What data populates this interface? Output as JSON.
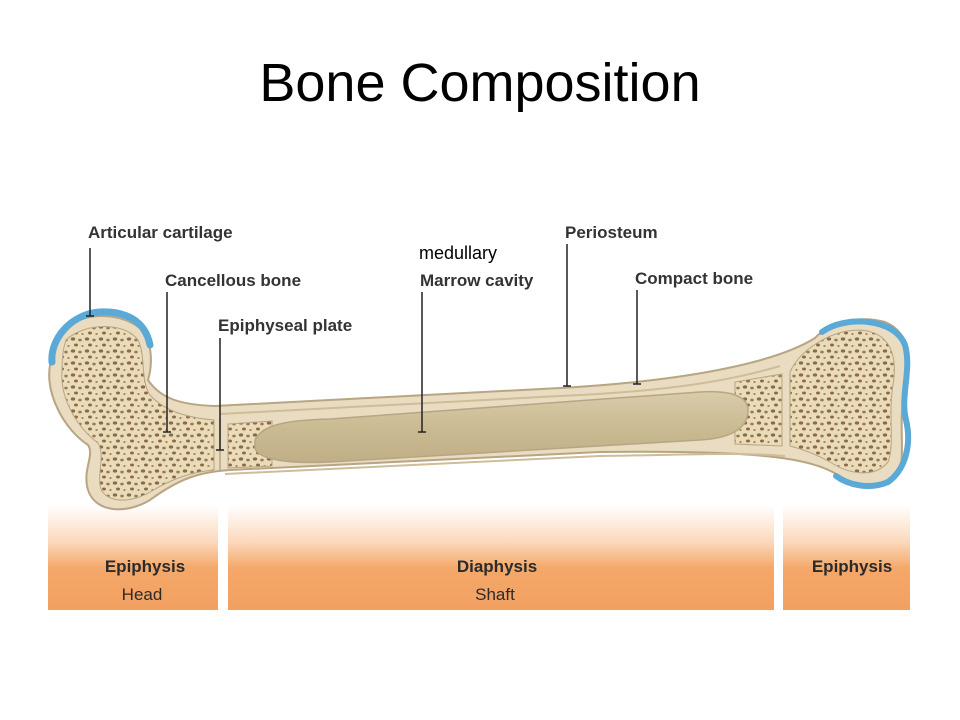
{
  "title": "Bone Composition",
  "labels": {
    "articular_cartilage": "Articular cartilage",
    "cancellous_bone": "Cancellous bone",
    "epiphyseal_plate": "Epiphyseal plate",
    "medullary": "medullary",
    "marrow_cavity": "Marrow cavity",
    "periosteum": "Periosteum",
    "compact_bone": "Compact bone"
  },
  "regions": [
    {
      "title": "Epiphysis",
      "subtitle": "Head"
    },
    {
      "title": "Diaphysis",
      "subtitle": "Shaft"
    },
    {
      "title": "Epiphysis",
      "subtitle": ""
    }
  ],
  "colors": {
    "band": "#f4a86a",
    "bone_outer": "#e9dcc0",
    "bone_edge": "#b8a584",
    "cartilage": "#5aa9d6",
    "marrow": "#cfc09a",
    "spongy_dot": "#8b6a4a",
    "leader": "#222222"
  }
}
